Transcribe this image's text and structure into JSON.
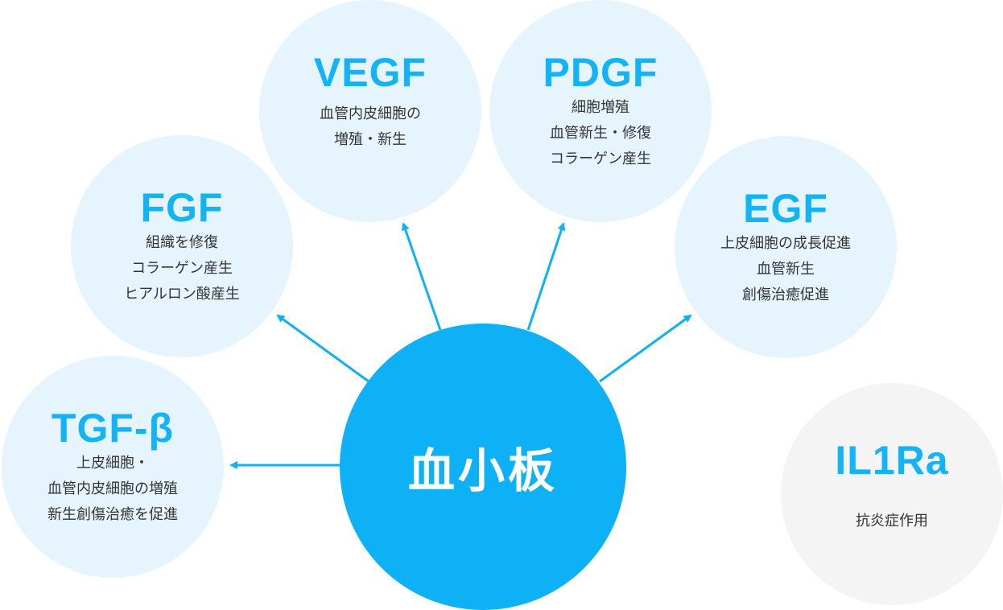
{
  "center": {
    "label": "血小板"
  },
  "factors": [
    {
      "id": "vegf",
      "title": "VEGF",
      "lines": [
        "血管内皮細胞の",
        "増殖・新生"
      ]
    },
    {
      "id": "pdgf",
      "title": "PDGF",
      "lines": [
        "細胞増殖",
        "血管新生・修復",
        "コラーゲン産生"
      ]
    },
    {
      "id": "fgf",
      "title": "FGF",
      "lines": [
        "組織を修復",
        "コラーゲン産生",
        "ヒアルロン酸産生"
      ]
    },
    {
      "id": "egf",
      "title": "EGF",
      "lines": [
        "上皮細胞の成長促進",
        "血管新生",
        "創傷治癒促進"
      ]
    },
    {
      "id": "tgf",
      "title": "TGF-β",
      "lines": [
        "上皮細胞・",
        "血管内皮細胞の増殖",
        "新生創傷治癒を促進"
      ]
    },
    {
      "id": "il1ra",
      "title": "IL1Ra",
      "lines": [
        "抗炎症作用"
      ]
    }
  ],
  "colors": {
    "accent": "#0fb1f6",
    "light": "#e6f5fd",
    "gray": "#f4f4f4",
    "text": "#333333"
  }
}
